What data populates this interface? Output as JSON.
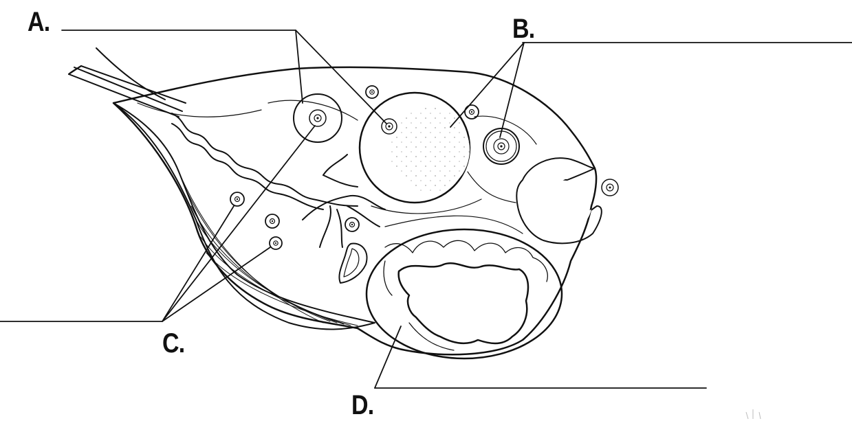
{
  "labels": {
    "a": "A.",
    "b": "B.",
    "c": "C.",
    "d": "D."
  },
  "colors": {
    "ink": "#111111",
    "paper": "#ffffff"
  }
}
